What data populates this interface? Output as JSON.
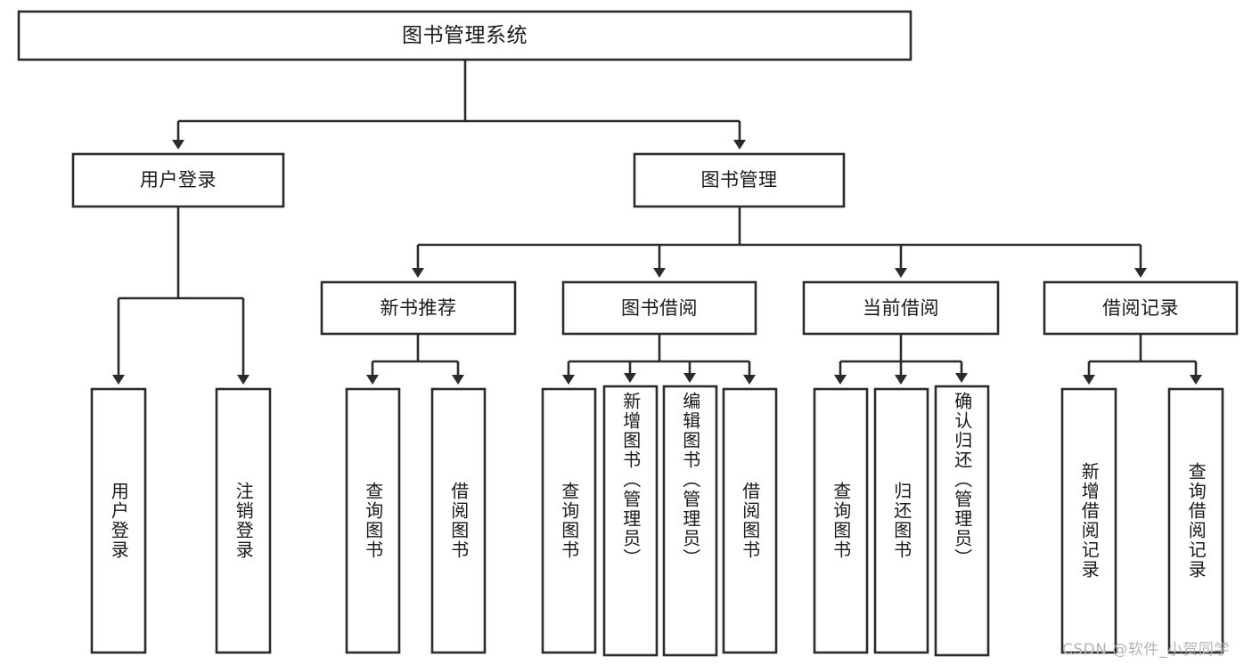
{
  "diagram": {
    "title": "图书管理系统",
    "type": "tree",
    "watermark": "CSDN @软件_小贺同学",
    "colors": {
      "stroke": "#2b2b2b",
      "fill": "#ffffff",
      "text": "#1a1a1a",
      "watermark": "#b4b4b4"
    },
    "nodes": {
      "root": {
        "label": "图书管理系统"
      },
      "level2": [
        {
          "label": "用户登录"
        },
        {
          "label": "图书管理"
        }
      ],
      "level3": [
        {
          "label": "新书推荐"
        },
        {
          "label": "图书借阅"
        },
        {
          "label": "当前借阅"
        },
        {
          "label": "借阅记录"
        }
      ],
      "leaves_user_login": [
        {
          "label": "用户登录"
        },
        {
          "label": "注销登录"
        }
      ],
      "leaves_new_book": [
        {
          "label": "查询图书"
        },
        {
          "label": "借阅图书"
        }
      ],
      "leaves_borrow": [
        {
          "label": "查询图书"
        },
        {
          "label": "新增图书（管理员）"
        },
        {
          "label": "编辑图书（管理员）"
        },
        {
          "label": "借阅图书"
        }
      ],
      "leaves_current": [
        {
          "label": "查询图书"
        },
        {
          "label": "归还图书"
        },
        {
          "label": "确认归还（管理员）"
        }
      ],
      "leaves_record": [
        {
          "label": "新增借阅记录"
        },
        {
          "label": "查询借阅记录"
        }
      ]
    }
  }
}
